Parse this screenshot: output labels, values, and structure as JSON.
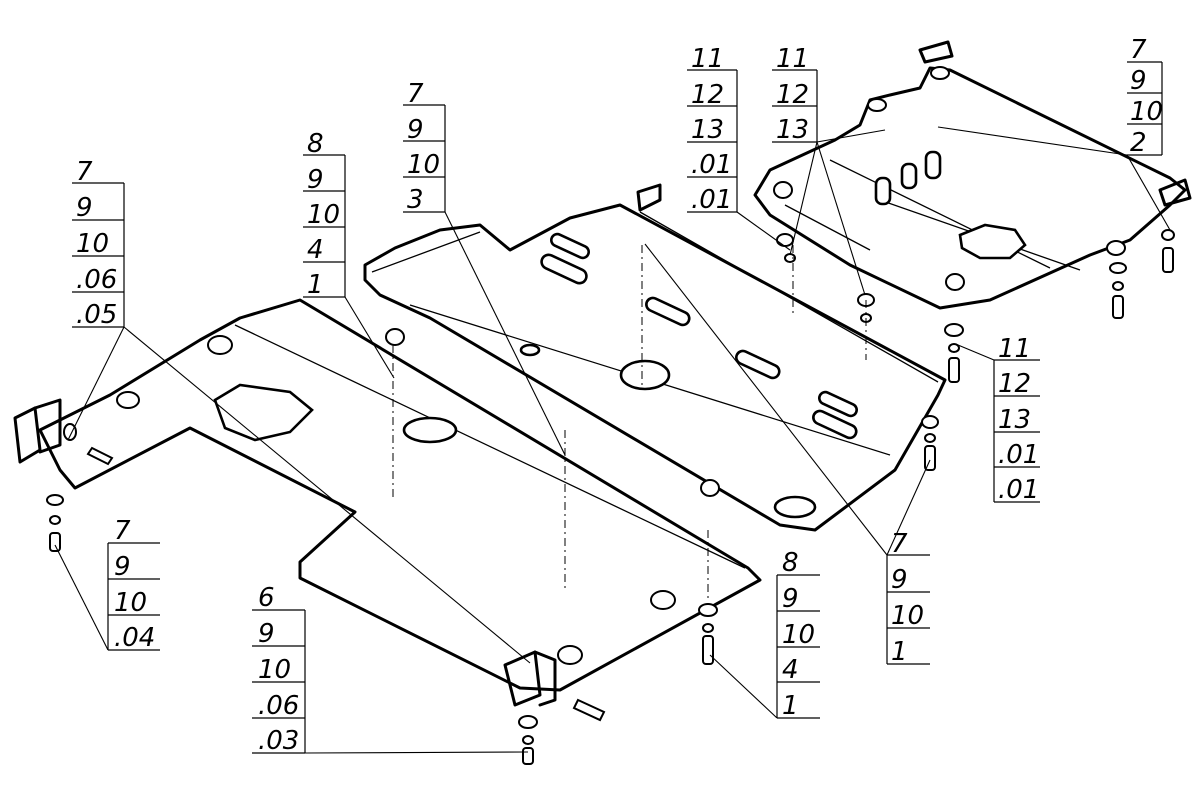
{
  "callouts": {
    "c1": [
      "7",
      "9",
      "10",
      ".06",
      ".05"
    ],
    "c2": [
      "8",
      "9",
      "10",
      "4",
      "1"
    ],
    "c3": [
      "7",
      "9",
      "10",
      "3"
    ],
    "c4": [
      "11",
      "12",
      "13",
      ".01",
      ".01"
    ],
    "c5": [
      "11",
      "12",
      "13"
    ],
    "c6": [
      "7",
      "9",
      "10",
      "2"
    ],
    "c7": [
      "11",
      "12",
      "13",
      ".01",
      ".01"
    ],
    "c8": [
      "7",
      "9",
      "10",
      "1"
    ],
    "c9": [
      "7",
      "9",
      "10",
      ".04"
    ],
    "c10": [
      "6",
      "9",
      "10",
      ".06",
      ".03"
    ],
    "c11": [
      "8",
      "9",
      "10",
      "4",
      "1"
    ]
  }
}
